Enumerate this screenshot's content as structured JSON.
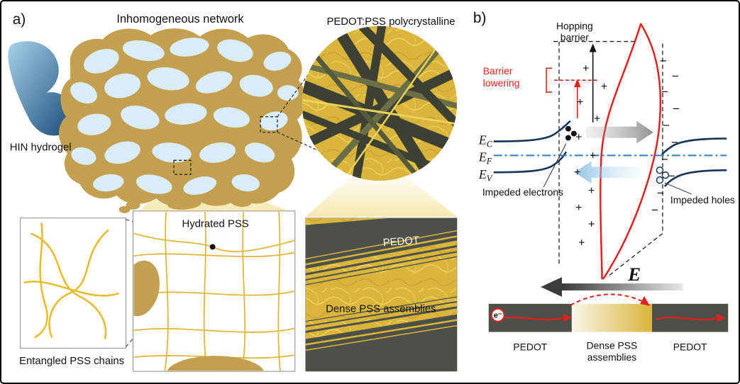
{
  "figure": {
    "panel_a": {
      "label": "a)",
      "network_title": "Inhomogeneous network",
      "hydrogel_label": "HIN hydrogel",
      "inset_title": "PEDOT:PSS polycrystalline",
      "entangled_caption": "Entangled PSS chains",
      "hydrated_title": "Hydrated PSS",
      "pedot_label": "PEDOT",
      "dense_pss_label": "Dense PSS assemblies"
    },
    "panel_b": {
      "label": "b)",
      "hopping_line1": "Hopping",
      "hopping_line2": "barrier",
      "lowering_line1": "Barrier",
      "lowering_line2": "lowering",
      "band_ec": {
        "base": "E",
        "sub": "C"
      },
      "band_ef": {
        "base": "E",
        "sub": "F"
      },
      "band_ev": {
        "base": "E",
        "sub": "V"
      },
      "impeded_electrons": "Impeded electrons",
      "impeded_holes": "Impeded holes",
      "plus": "+",
      "minus": "−",
      "field_symbol": "E",
      "electron_symbol": "e⁻",
      "pedot_left": "PEDOT",
      "dense_line1": "Dense PSS",
      "dense_line2": "assemblies",
      "pedot_right": "PEDOT"
    },
    "colors": {
      "tan": "#c3a050",
      "pale_blue": "#d9ecf8",
      "hydrogel_blue": "#2b6ea6",
      "gold": "#d9b53c",
      "fiber_dark": "#3c4134",
      "pedot_gray": "#4c5048",
      "accent_red": "#e0211f",
      "band_navy": "#16355a",
      "fermi_blue": "#2f7fc1"
    }
  }
}
